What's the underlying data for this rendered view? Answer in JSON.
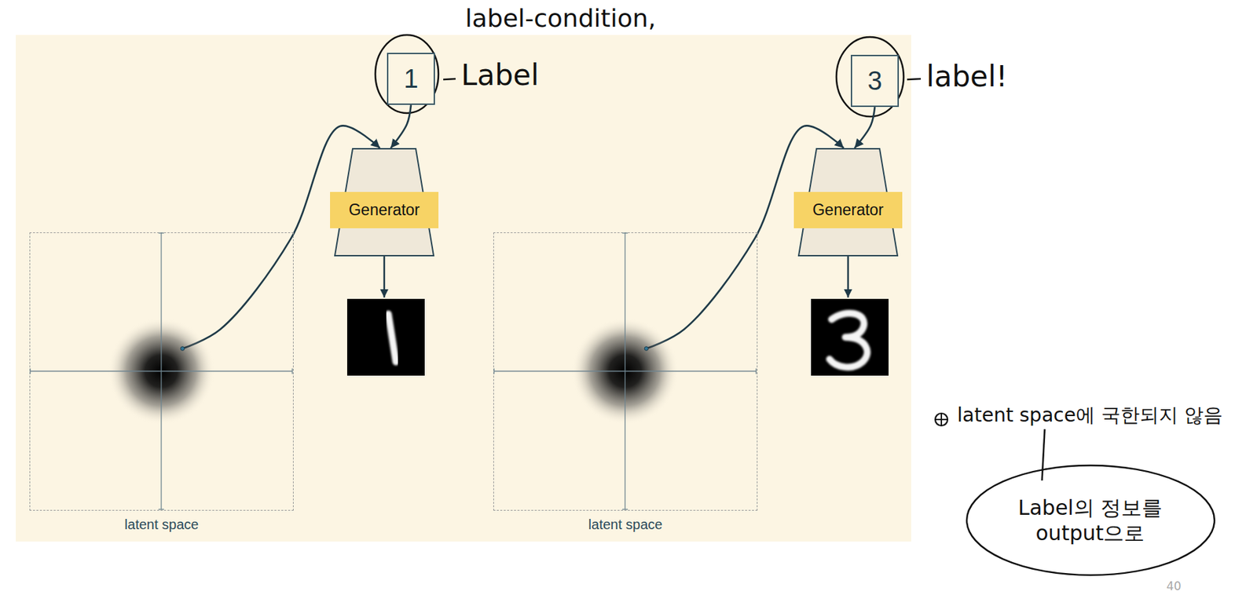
{
  "diagram": {
    "nodes": [
      {
        "text": [
          "1"
        ]
      },
      {
        "text": [
          "Generator"
        ]
      },
      {
        "text": [
          "latent space"
        ]
      },
      {
        "text": [
          "3"
        ]
      },
      {
        "text": [
          "Generator"
        ]
      },
      {
        "text": [
          "latent space"
        ]
      },
      {
        "text": [
          "Label의 정보를 output으로"
        ]
      }
    ],
    "edges": [
      {
        "from": 0,
        "to": 1,
        "arrow": "to"
      },
      {
        "from": 2,
        "to": 1,
        "arrow": "to"
      },
      {
        "from": 3,
        "to": 4,
        "arrow": "to"
      },
      {
        "from": 5,
        "to": 4,
        "arrow": "to"
      }
    ],
    "labels": [
      "label-condition,",
      "Label",
      "label!",
      "latent space에 국한되지 않음",
      "40"
    ]
  }
}
